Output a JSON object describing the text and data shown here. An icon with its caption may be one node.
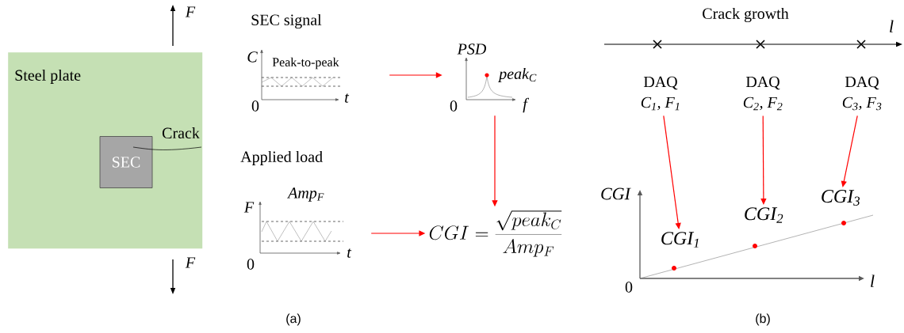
{
  "diagram": {
    "nodes": [
      {
        "text": [
          "Steel plate"
        ]
      },
      {
        "text": [
          "SEC"
        ],
        "in": 0
      },
      {
        "text": [
          "SEC signal",
          "C",
          "Peak-to-peak",
          "0",
          "t"
        ]
      },
      {
        "text": [
          "PSD",
          "peak$_{C}$",
          "0",
          "f"
        ]
      },
      {
        "text": [
          "Applied load",
          "F",
          "Amp$_{F}$",
          "0",
          "t"
        ]
      },
      {
        "text": [
          "CGI=\\frac{\\sqrt{peak_{C}}}{Amp_{F}}"
        ]
      },
      {
        "text": [
          "DAQ",
          "C$_{1}$, F$_{1}$"
        ]
      },
      {
        "text": [
          "DAQ",
          "C$_{2}$, F$_{2}$"
        ]
      },
      {
        "text": [
          "DAQ",
          "C$_{3}$, F$_{3}$"
        ]
      },
      {
        "text": [
          "CGI$_{1}$"
        ]
      },
      {
        "text": [
          "CGI$_{2}$"
        ]
      },
      {
        "text": [
          "CGI$_{3}$"
        ]
      }
    ],
    "edges": [
      {
        "from": 2,
        "to": 3,
        "arrow": "to"
      },
      {
        "from": 3,
        "to": 5,
        "arrow": "to"
      },
      {
        "from": 4,
        "to": 5,
        "arrow": "to"
      },
      {
        "from": 6,
        "to": 9,
        "arrow": "to"
      },
      {
        "from": 7,
        "to": 10,
        "arrow": "to"
      },
      {
        "from": 8,
        "to": 11,
        "arrow": "to"
      }
    ],
    "labels": [
      "F",
      "F",
      "Crack",
      "(a)",
      "Crack growth",
      "l",
      "CGI",
      "0",
      "l",
      "(b)"
    ]
  }
}
